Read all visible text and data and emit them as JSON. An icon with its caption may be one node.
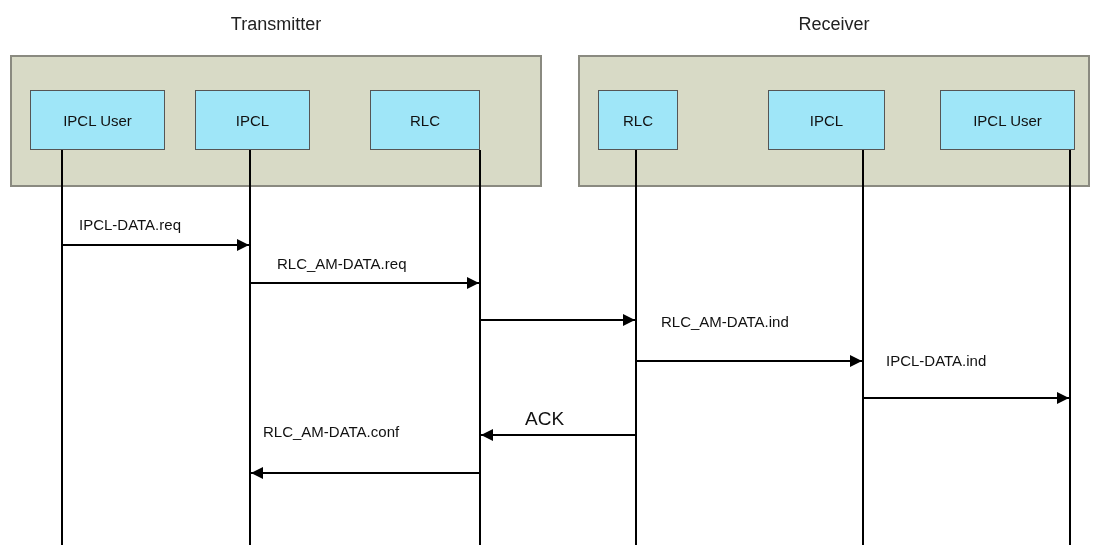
{
  "diagram": {
    "nodes": [
      {
        "text": [
          "Transmitter"
        ]
      },
      {
        "text": [
          "IPCL User"
        ]
      },
      {
        "text": [
          "IPCL"
        ]
      },
      {
        "text": [
          "RLC"
        ]
      },
      {
        "text": [
          "Receiver"
        ]
      },
      {
        "text": [
          "RLC"
        ]
      },
      {
        "text": [
          "IPCL"
        ]
      },
      {
        "text": [
          "IPCL User"
        ]
      }
    ],
    "edges": [
      {
        "from": 1,
        "to": 2,
        "arrow": "to",
        "label": "IPCL-DATA.req"
      },
      {
        "from": 2,
        "to": 3,
        "arrow": "to",
        "label": "RLC_AM-DATA.req"
      },
      {
        "from": 3,
        "to": 5,
        "arrow": "to"
      },
      {
        "from": 5,
        "to": 6,
        "arrow": "to",
        "label": "RLC_AM-DATA.ind"
      },
      {
        "from": 6,
        "to": 7,
        "arrow": "to",
        "label": "IPCL-DATA.ind"
      },
      {
        "from": 5,
        "to": 3,
        "arrow": "to",
        "label": "ACK"
      },
      {
        "from": 3,
        "to": 2,
        "arrow": "to",
        "label": "RLC_AM-DATA.conf"
      }
    ]
  }
}
